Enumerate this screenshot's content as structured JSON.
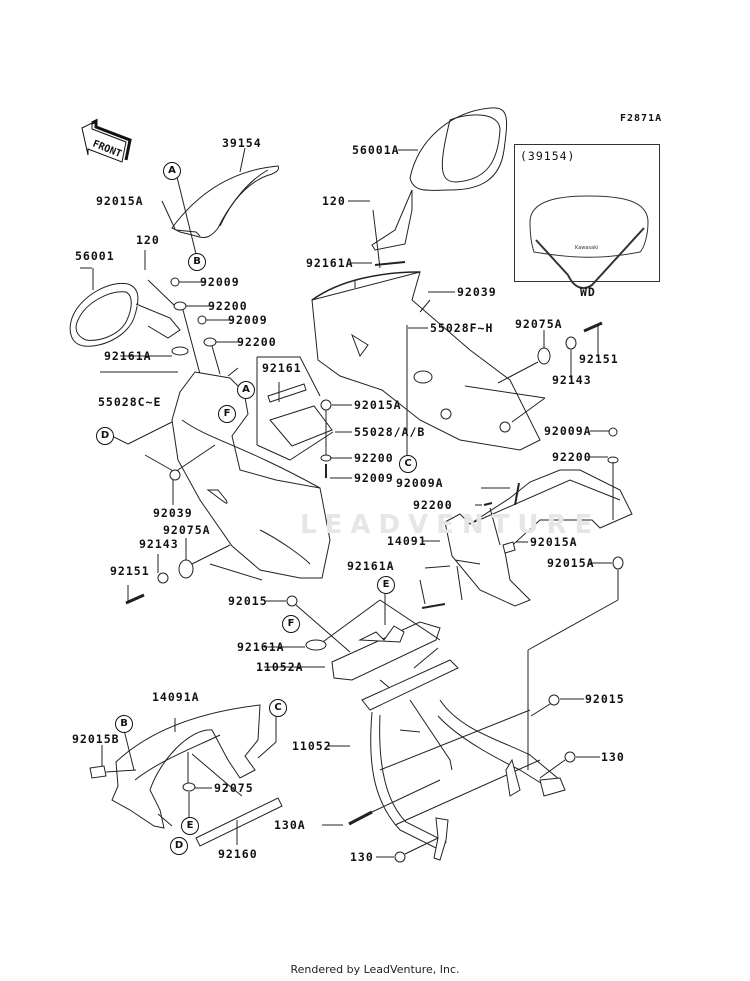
{
  "figure_id": "F2871A",
  "front_arrow_label": "FRONT",
  "watermark": "LEADVENTURE",
  "footer": "Rendered by LeadVenture, Inc.",
  "inset": {
    "part_ref": "(39154)",
    "caption": "WD",
    "logo_text": "Kawasaki"
  },
  "parts": {
    "p39154": "39154",
    "p92015A_1": "92015A",
    "p120_1": "120",
    "p56001": "56001",
    "p92009_1": "92009",
    "p92200_1": "92200",
    "p92009_2": "92009",
    "p92200_2": "92200",
    "p92161A_1": "92161A",
    "p55028CE": "55028C~E",
    "p92039_1": "92039",
    "p92075A_1": "92075A",
    "p92143_1": "92143",
    "p92151_1": "92151",
    "p56001A": "56001A",
    "p120_2": "120",
    "p92161A_2": "92161A",
    "p92039_2": "92039",
    "p55028FH": "55028F~H",
    "p92075A_2": "92075A",
    "p92151_2": "92151",
    "p92143_2": "92143",
    "p92161": "92161",
    "p92015A_2": "92015A",
    "p55028AB": "55028/A/B",
    "p92200_3": "92200",
    "p92009_3": "92009",
    "p92009A_1": "92009A",
    "p92200_4": "92200",
    "p92009A_2": "92009A",
    "p92200_5": "92200",
    "p14091": "14091",
    "p92015A_3": "92015A",
    "p92015A_4": "92015A",
    "p92161A_3": "92161A",
    "p92015_1": "92015",
    "p92161A_4": "92161A",
    "p11052A": "11052A",
    "p92015_2": "92015",
    "p130_1": "130",
    "p11052": "11052",
    "p14091A": "14091A",
    "p92015B": "92015B",
    "p92075": "92075",
    "p92160": "92160",
    "p130A": "130A",
    "p130_2": "130"
  },
  "callouts": {
    "A1": "A",
    "B1": "B",
    "D1": "D",
    "A2": "A",
    "F1": "F",
    "C1": "C",
    "E1": "E",
    "F2": "F",
    "B2": "B",
    "C2": "C",
    "E2": "E",
    "D2": "D"
  }
}
